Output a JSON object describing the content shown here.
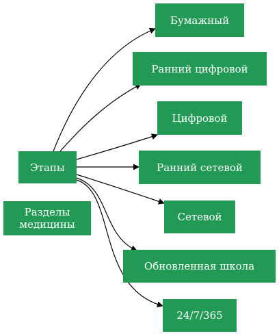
{
  "colors": {
    "node_fill": "#229954",
    "node_text": "#ffffff",
    "edge": "#000000",
    "background": "#ffffff"
  },
  "nodes": {
    "root": "Этапы",
    "sections": "Разделы\nмедицины",
    "paper": "Бумажный",
    "early_digital": "Ранний цифровой",
    "digital": "Цифровой",
    "early_network": "Ранний сетевой",
    "network": "Сетевой",
    "updated_school": "Обновленная школа",
    "always_on": "24/7/365"
  },
  "edges": [
    {
      "from": "root",
      "to": "paper"
    },
    {
      "from": "root",
      "to": "early_digital"
    },
    {
      "from": "root",
      "to": "digital"
    },
    {
      "from": "root",
      "to": "early_network"
    },
    {
      "from": "root",
      "to": "network"
    },
    {
      "from": "root",
      "to": "updated_school"
    },
    {
      "from": "root",
      "to": "always_on"
    }
  ]
}
